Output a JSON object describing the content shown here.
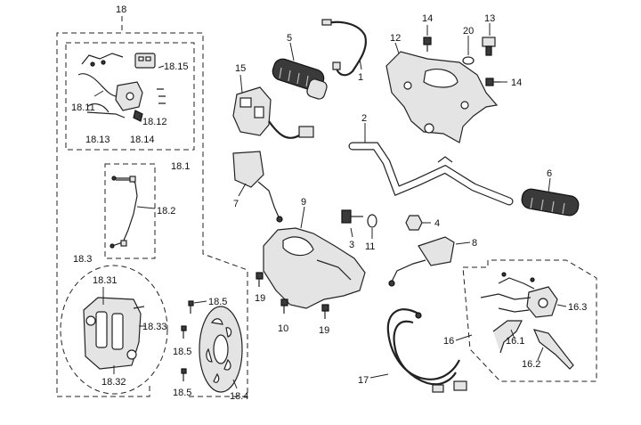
{
  "callouts": {
    "c1": "1",
    "c2": "2",
    "c3": "3",
    "c4": "4",
    "c5": "5",
    "c6": "6",
    "c7": "7",
    "c8": "8",
    "c9": "9",
    "c10": "10",
    "c11": "11",
    "c12": "12",
    "c13": "13",
    "c14a": "14",
    "c14b": "14",
    "c15": "15",
    "c16": "16",
    "c16_1": "16.1",
    "c16_2": "16.2",
    "c16_3": "16.3",
    "c17": "17",
    "c18": "18",
    "c18_1": "18.1",
    "c18_2": "18.2",
    "c18_3": "18.3",
    "c18_4": "18.4",
    "c18_5a": "18.5",
    "c18_5b": "18.5",
    "c18_5c": "18.5",
    "c18_11": "18.11",
    "c18_12": "18.12",
    "c18_13": "18.13",
    "c18_14": "18.14",
    "c18_15": "18.15",
    "c18_31": "18.31",
    "c18_32": "18.32",
    "c18_33": "18.33",
    "c19a": "19",
    "c19b": "19",
    "c20": "20"
  }
}
